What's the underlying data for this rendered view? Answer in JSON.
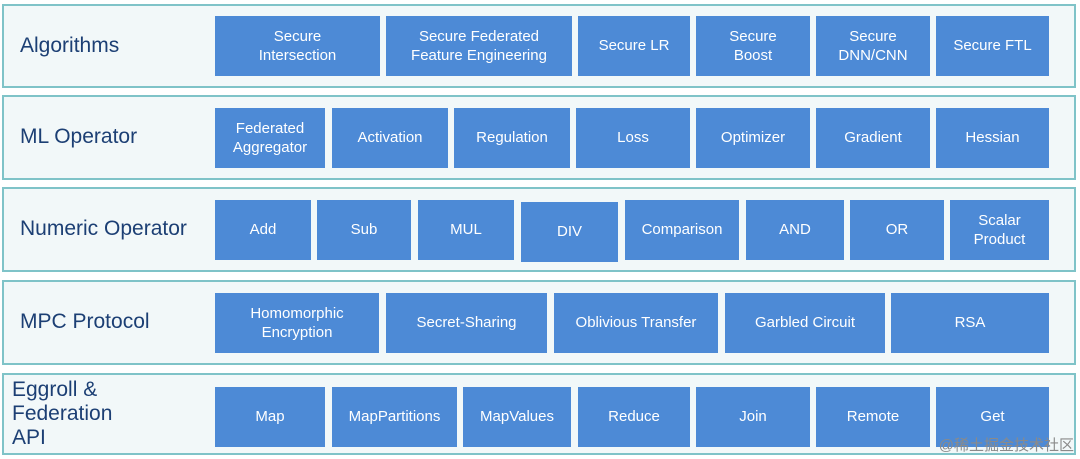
{
  "layers": [
    {
      "label": "Algorithms",
      "items": [
        "Secure\nIntersection",
        "Secure Federated\nFeature  Engineering",
        "Secure LR",
        "Secure\nBoost",
        "Secure\nDNN/CNN",
        "Secure FTL"
      ]
    },
    {
      "label": "ML Operator",
      "items": [
        "Federated\nAggregator",
        "Activation",
        "Regulation",
        "Loss",
        "Optimizer",
        "Gradient",
        "Hessian"
      ]
    },
    {
      "label": "Numeric Operator",
      "items": [
        "Add",
        "Sub",
        "MUL",
        "DIV",
        "Comparison",
        "AND",
        "OR",
        "Scalar\nProduct"
      ]
    },
    {
      "label": "MPC Protocol",
      "items": [
        "Homomorphic\nEncryption",
        "Secret-Sharing",
        "Oblivious Transfer",
        "Garbled Circuit",
        "RSA"
      ]
    },
    {
      "label": "Eggroll &\nFederation\nAPI",
      "items": [
        "Map",
        "MapPartitions",
        "MapValues",
        "Reduce",
        "Join",
        "Remote",
        "Get"
      ]
    }
  ],
  "watermark": "@稀土掘金技术社区",
  "colors": {
    "box": "#4d8ad6",
    "label": "#1c3f74",
    "border": "#7fc3c8",
    "panel": "#f2f8f9"
  }
}
